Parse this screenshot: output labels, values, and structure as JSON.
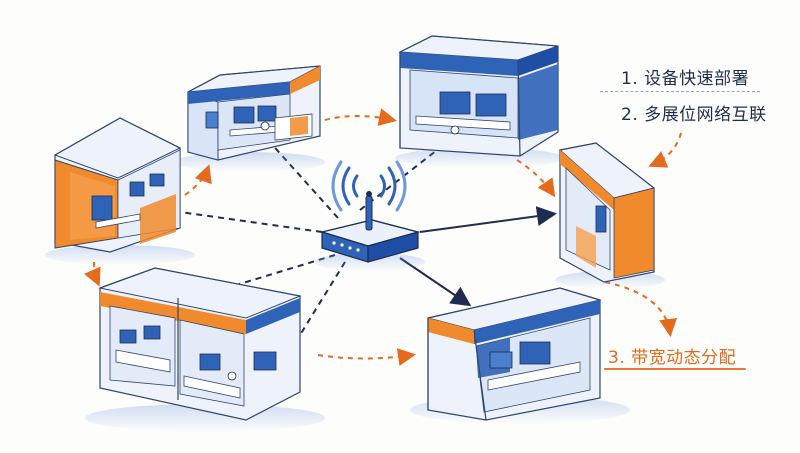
{
  "labels": {
    "item1": "1. 设备快速部署",
    "item2": "2. 多展位网络互联",
    "item3": "3. 带宽动态分配"
  },
  "colors": {
    "blue": "#2f63b8",
    "light_blue": "#a9c3ea",
    "orange": "#f08a2c",
    "navy": "#1e2d4f",
    "accent_orange": "#e46a1c"
  },
  "icons": {
    "router": "router-icon",
    "wifi": "wifi-signal-icon",
    "booth": "exhibition-booth-icon"
  }
}
